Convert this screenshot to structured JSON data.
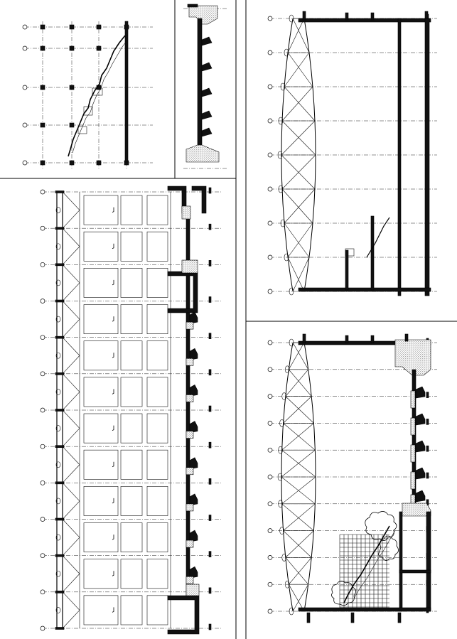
{
  "drawing": {
    "type": "architectural-sections",
    "background": "#ffffff",
    "line_color": "#000000",
    "panels": [
      {
        "id": "plan-stair",
        "title": "",
        "grid_tags": [
          "",
          "",
          "",
          "",
          ""
        ]
      },
      {
        "id": "section-narrow",
        "title": ""
      },
      {
        "id": "section-long-left",
        "title": "",
        "bays": 12
      },
      {
        "id": "truss-upper-right",
        "title": "",
        "bays": 8
      },
      {
        "id": "truss-lower-right",
        "title": "",
        "bays": 10
      }
    ]
  }
}
